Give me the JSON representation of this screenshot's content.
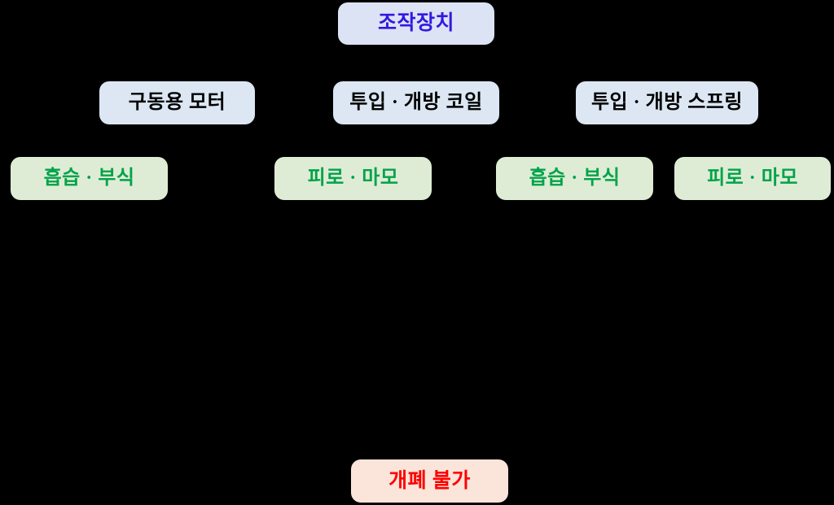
{
  "diagram": {
    "background_color": "#000000",
    "title_node": {
      "label": "조작장치",
      "fill": "#dce3f5",
      "text_color": "#3318e0"
    },
    "component_nodes": [
      {
        "label": "구동용 모터",
        "fill": "#dce7f3",
        "text_color": "#000000"
      },
      {
        "label": "투입 · 개방 코일",
        "fill": "#dce7f3",
        "text_color": "#000000"
      },
      {
        "label": "투입 · 개방 스프링",
        "fill": "#dce7f3",
        "text_color": "#000000"
      }
    ],
    "failure_nodes": [
      {
        "label": "흡습 · 부식",
        "fill": "#dfecd5",
        "text_color": "#00a34a"
      },
      {
        "label": "피로 · 마모",
        "fill": "#dfecd5",
        "text_color": "#00a34a"
      },
      {
        "label": "흡습 · 부식",
        "fill": "#dfecd5",
        "text_color": "#00a34a"
      },
      {
        "label": "피로 · 마모",
        "fill": "#dfecd5",
        "text_color": "#00a34a"
      }
    ],
    "outcome_node": {
      "label": "개폐 불가",
      "fill": "#fbe5da",
      "text_color": "#ff0000"
    }
  }
}
